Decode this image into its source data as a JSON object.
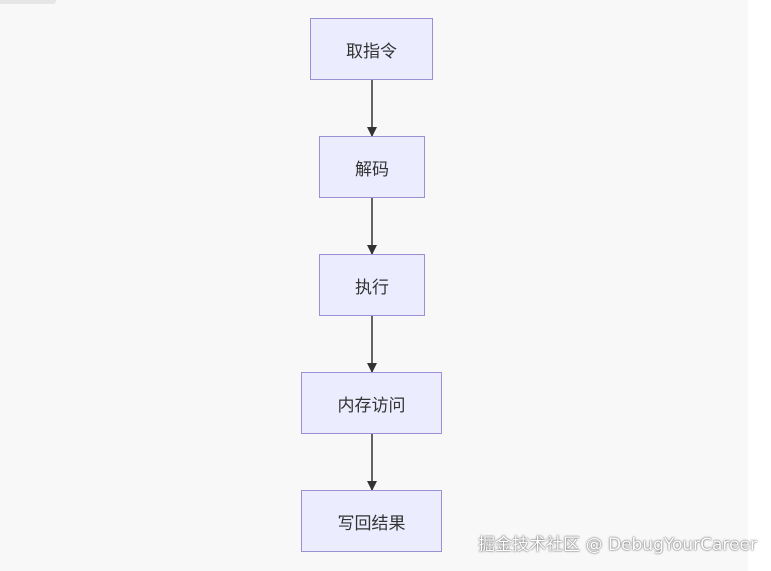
{
  "diagram": {
    "nodes": [
      {
        "id": "fetch",
        "label": "取指令"
      },
      {
        "id": "decode",
        "label": "解码"
      },
      {
        "id": "execute",
        "label": "执行"
      },
      {
        "id": "memory",
        "label": "内存访问"
      },
      {
        "id": "writeback",
        "label": "写回结果"
      }
    ],
    "edges": [
      {
        "from": "fetch",
        "to": "decode"
      },
      {
        "from": "decode",
        "to": "execute"
      },
      {
        "from": "execute",
        "to": "memory"
      },
      {
        "from": "memory",
        "to": "writeback"
      }
    ],
    "colors": {
      "node_fill": "#ececff",
      "node_border": "#9b8fd6",
      "edge": "#333333"
    }
  },
  "watermark": "掘金技术社区 @ DebugYourCareer"
}
